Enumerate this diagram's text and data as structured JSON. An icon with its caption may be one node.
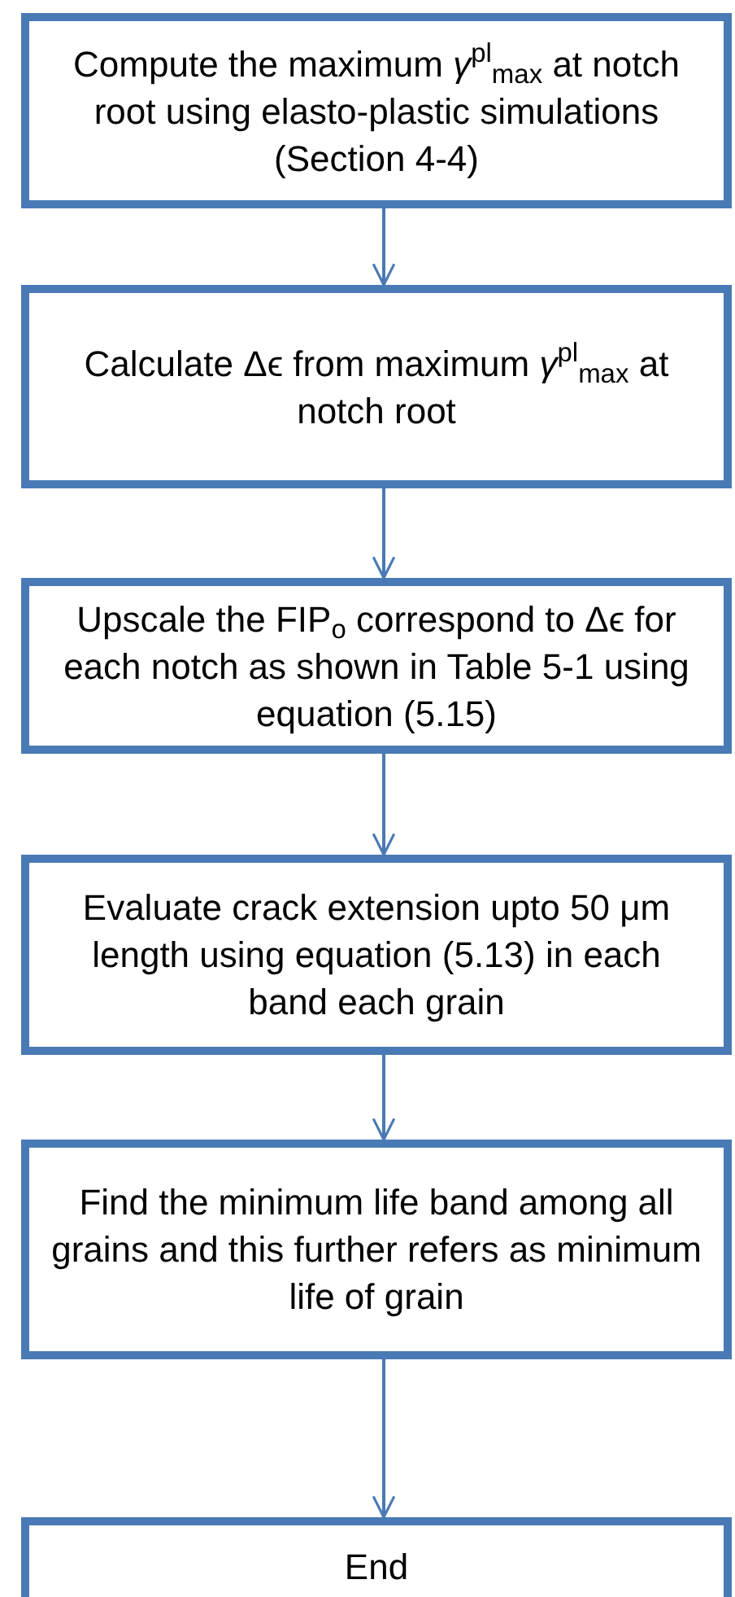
{
  "diagram": {
    "nodes": [
      {
        "text": [
          "Compute the maximum *γ*$^{pl}$$_{max}$ at notch root using elasto-plastic simulations (Section 4-4)"
        ]
      },
      {
        "text": [
          "Calculate Δϵ from maximum *γ*$^{pl}$$_{max}$ at notch root"
        ]
      },
      {
        "text": [
          "Upscale the FIP$_{o}$ correspond to Δϵ for each notch as shown in Table 5-1 using equation (5.15)"
        ]
      },
      {
        "text": [
          "Evaluate crack extension upto 50 μm length using equation (5.13) in each band each grain"
        ]
      },
      {
        "text": [
          "Find the minimum life band among all grains and this further refers as minimum life of grain"
        ]
      },
      {
        "text": [
          "End"
        ]
      }
    ],
    "edges": [
      {
        "from": 0,
        "to": 1,
        "arrow": "to"
      },
      {
        "from": 1,
        "to": 2,
        "arrow": "to"
      },
      {
        "from": 2,
        "to": 3,
        "arrow": "to"
      },
      {
        "from": 3,
        "to": 4,
        "arrow": "to"
      },
      {
        "from": 4,
        "to": 5,
        "arrow": "to"
      }
    ]
  }
}
